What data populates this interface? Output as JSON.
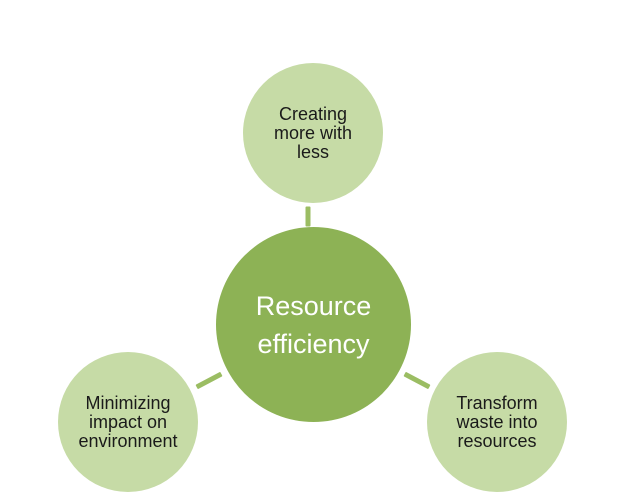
{
  "colors": {
    "center_fill": "#8db255",
    "outer_fill": "#c6dba6",
    "connector": "#9bbd63"
  },
  "diagram": {
    "center": {
      "label": "Resource\nefficiency"
    },
    "top": {
      "label": "Creating\nmore with\nless"
    },
    "bottom_left": {
      "label": "Minimizing\nimpact on\nenvironment"
    },
    "bottom_right": {
      "label": "Transform\nwaste into\nresources"
    }
  }
}
